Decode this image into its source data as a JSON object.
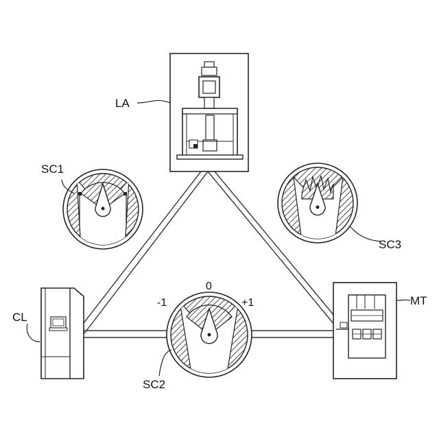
{
  "figure": {
    "labels": {
      "la": "LA",
      "sc1": "SC1",
      "sc2": "SC2",
      "sc3": "SC3",
      "cl": "CL",
      "mt": "MT"
    },
    "scale": {
      "minus": "-1",
      "zero": "0",
      "plus": "+1"
    }
  }
}
